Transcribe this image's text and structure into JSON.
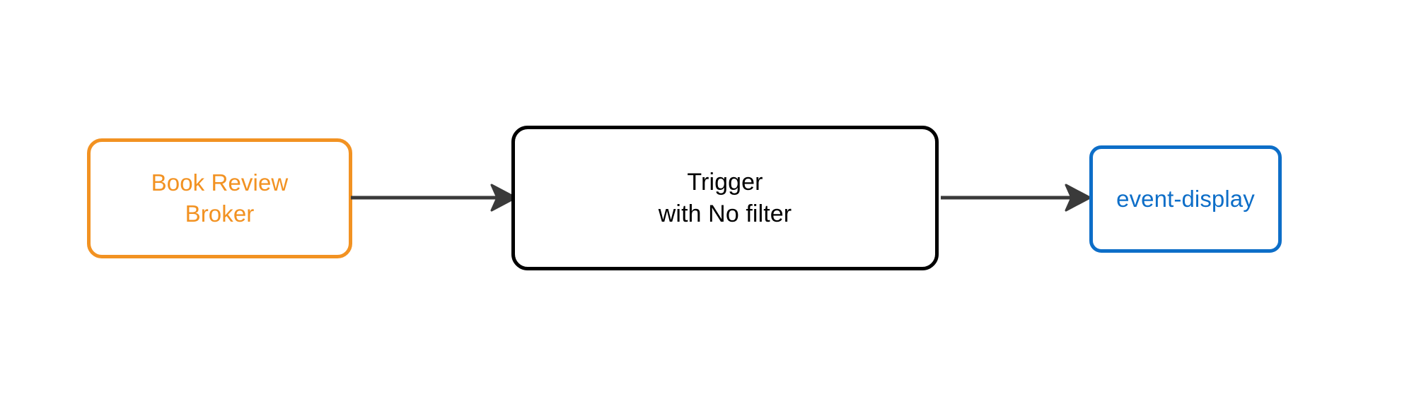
{
  "diagram": {
    "type": "flow",
    "orientation": "left-to-right",
    "background_color": "#ffffff",
    "nodes": [
      {
        "id": "broker",
        "label": "Book Review\nBroker",
        "label_lines": [
          "Book Review",
          "Broker"
        ],
        "shape": "rounded-rectangle",
        "border_color": "#F29222",
        "text_color": "#F29222",
        "fill_color": "#ffffff"
      },
      {
        "id": "trigger",
        "label": "Trigger\nwith No filter",
        "label_lines": [
          "Trigger",
          "with No filter"
        ],
        "shape": "rounded-rectangle",
        "border_color": "#000000",
        "text_color": "#000000",
        "fill_color": "#ffffff"
      },
      {
        "id": "sink",
        "label": "event-display",
        "label_lines": [
          "event-display"
        ],
        "shape": "rounded-rectangle",
        "border_color": "#0D6EC8",
        "text_color": "#0D6EC8",
        "fill_color": "#ffffff"
      }
    ],
    "edges": [
      {
        "id": "broker-to-trigger",
        "from": "broker",
        "to": "trigger",
        "label": "",
        "style": "solid",
        "color": "#3A3A3A",
        "arrowhead": "filled-triangle"
      },
      {
        "id": "trigger-to-sink",
        "from": "trigger",
        "to": "sink",
        "label": "",
        "style": "solid",
        "color": "#3A3A3A",
        "arrowhead": "filled-triangle"
      }
    ]
  }
}
